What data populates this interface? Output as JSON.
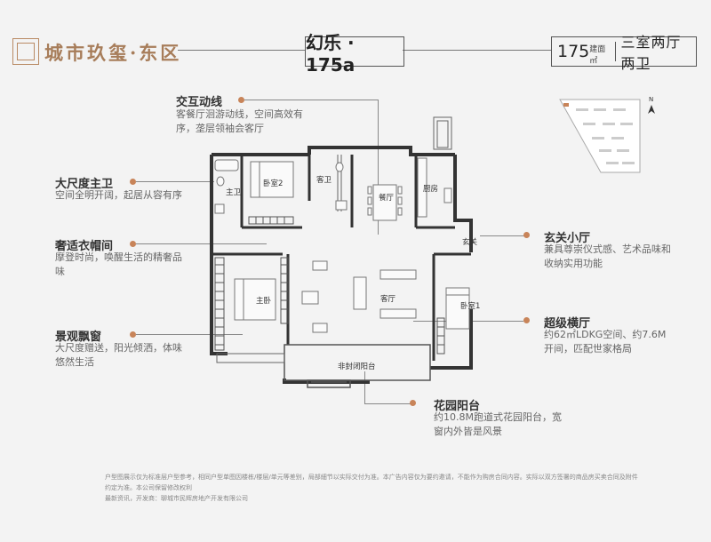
{
  "header": {
    "logo_text": "城市玖玺·东区",
    "unit_name": "幻乐 · 175a",
    "area_value": "175",
    "area_unit": "建面㎡",
    "layout_desc": "三室两厅两卫"
  },
  "annotations": [
    {
      "title": "交互动线",
      "desc": [
        "客餐厅洄游动线，空间高效有",
        "序，垄层领袖会客厅"
      ]
    },
    {
      "title": "大尺度主卫",
      "desc": [
        "空间全明开阔，起居从容有序"
      ]
    },
    {
      "title": "奢适衣帽间",
      "desc": [
        "摩登时尚，唤醒生活的精奢品",
        "味"
      ]
    },
    {
      "title": "景观飘窗",
      "desc": [
        "大尺度赠送，阳光倾洒，体味",
        "悠然生活"
      ]
    },
    {
      "title": "玄关小厅",
      "desc": [
        "兼具尊崇仪式感、艺术品味和",
        "收纳实用功能"
      ]
    },
    {
      "title": "超级横厅",
      "desc": [
        "约62㎡LDKG空间、约7.6M",
        "开间，匹配世家格局"
      ]
    },
    {
      "title": "花园阳台",
      "desc": [
        "约10.8M跑道式花园阳台，宽",
        "窗内外皆是风景"
      ]
    }
  ],
  "rooms": {
    "master_bath": "主卫",
    "bedroom2": "卧室2",
    "guest_bath": "客卫",
    "dining": "餐厅",
    "kitchen": "厨房",
    "foyer": "玄关",
    "master_bed": "主卧",
    "living": "客厅",
    "bedroom1": "卧室1",
    "balcony": "非封闭阳台"
  },
  "compass": "N",
  "disclaimer": [
    "户型图展示仅为标准层户型参考，相同户型单图因楼栋/楼层/单元等差别，局部細节以实际交付为准。本广告内容仅为要约邀请，不能作为购房合同内容。实际以双方签署的商品房买卖合同及附件约定为准。本公司保留修改权利",
    "最新资讯，开发商：聊城市民辉房地产开发有限公司"
  ],
  "colors": {
    "accent": "#c88459",
    "logo": "#a77d5a"
  }
}
